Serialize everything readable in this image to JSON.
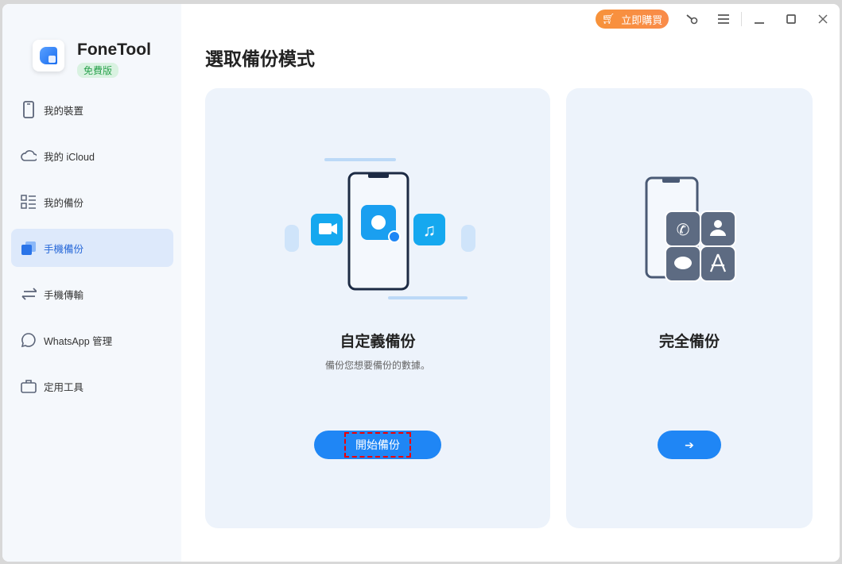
{
  "app": {
    "name": "FoneTool",
    "edition": "免費版"
  },
  "titlebar": {
    "buy_label": "立即購買"
  },
  "sidebar": {
    "items": [
      {
        "label": "我的裝置"
      },
      {
        "label": "我的 iCloud"
      },
      {
        "label": "我的備份"
      },
      {
        "label": "手機備份"
      },
      {
        "label": "手機傳輸"
      },
      {
        "label": "WhatsApp 管理"
      },
      {
        "label": "定用工具"
      }
    ]
  },
  "main": {
    "title": "選取備份模式",
    "cards": [
      {
        "title": "自定義備份",
        "subtitle": "備份您想要備份的數據。",
        "button": "開始備份"
      },
      {
        "title": "完全備份",
        "button": "➔"
      }
    ]
  },
  "colors": {
    "accent": "#1f86f5",
    "buy": "#f7923a",
    "active_bg": "#dde9fb"
  }
}
